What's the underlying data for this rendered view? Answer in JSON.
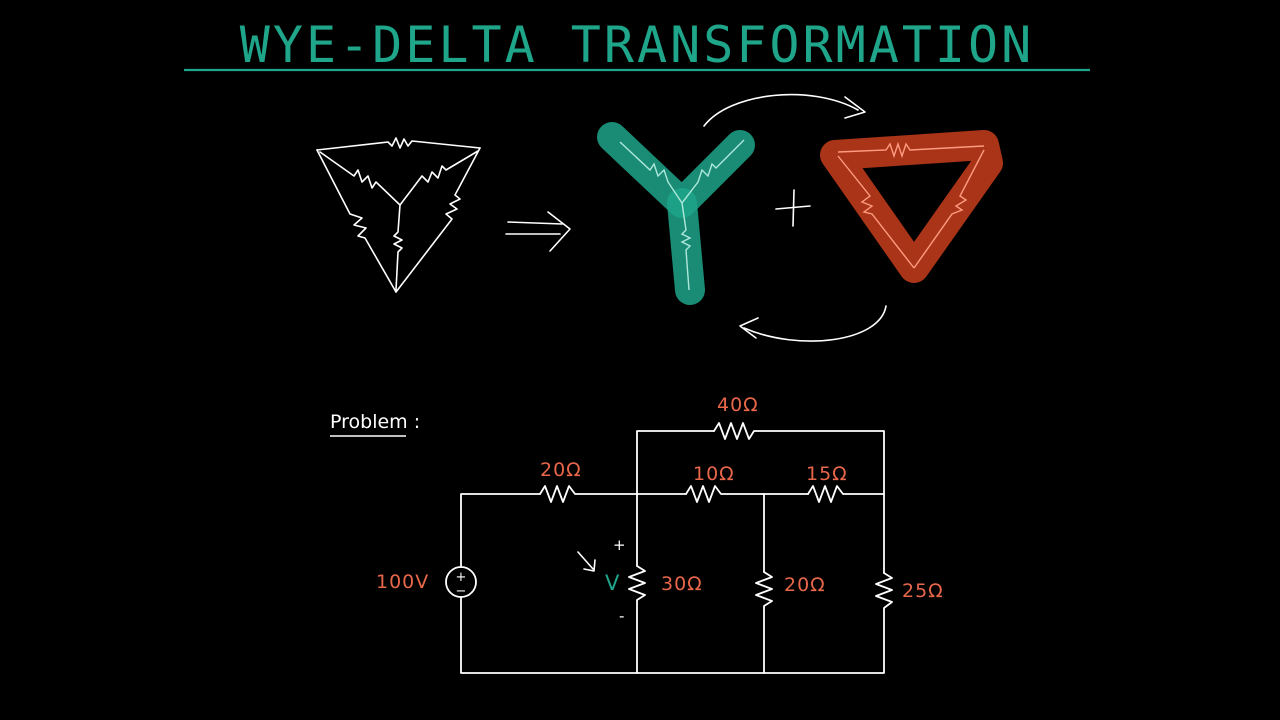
{
  "title": "WYE-DELTA TRANSFORMATION",
  "problem_label": "Problem :",
  "source": {
    "voltage": "100V",
    "plus": "+",
    "minus": "−"
  },
  "measure": {
    "label": "V",
    "plus": "+",
    "minus": "-"
  },
  "resistors": {
    "r_top": "40Ω",
    "r_left": "20Ω",
    "r_mid1": "10Ω",
    "r_mid2": "15Ω",
    "r_v1": "30Ω",
    "r_v2": "20Ω",
    "r_v3": "25Ω"
  },
  "colors": {
    "wye": "#1fa58a",
    "delta": "#d9431f",
    "accent_text": "#e8674a",
    "ink": "#ffffff",
    "background": "#000000"
  },
  "icons": {
    "wye": "wye-network-icon",
    "delta": "delta-network-icon",
    "arrow": "implies-arrow-icon",
    "plus": "plus-icon"
  }
}
